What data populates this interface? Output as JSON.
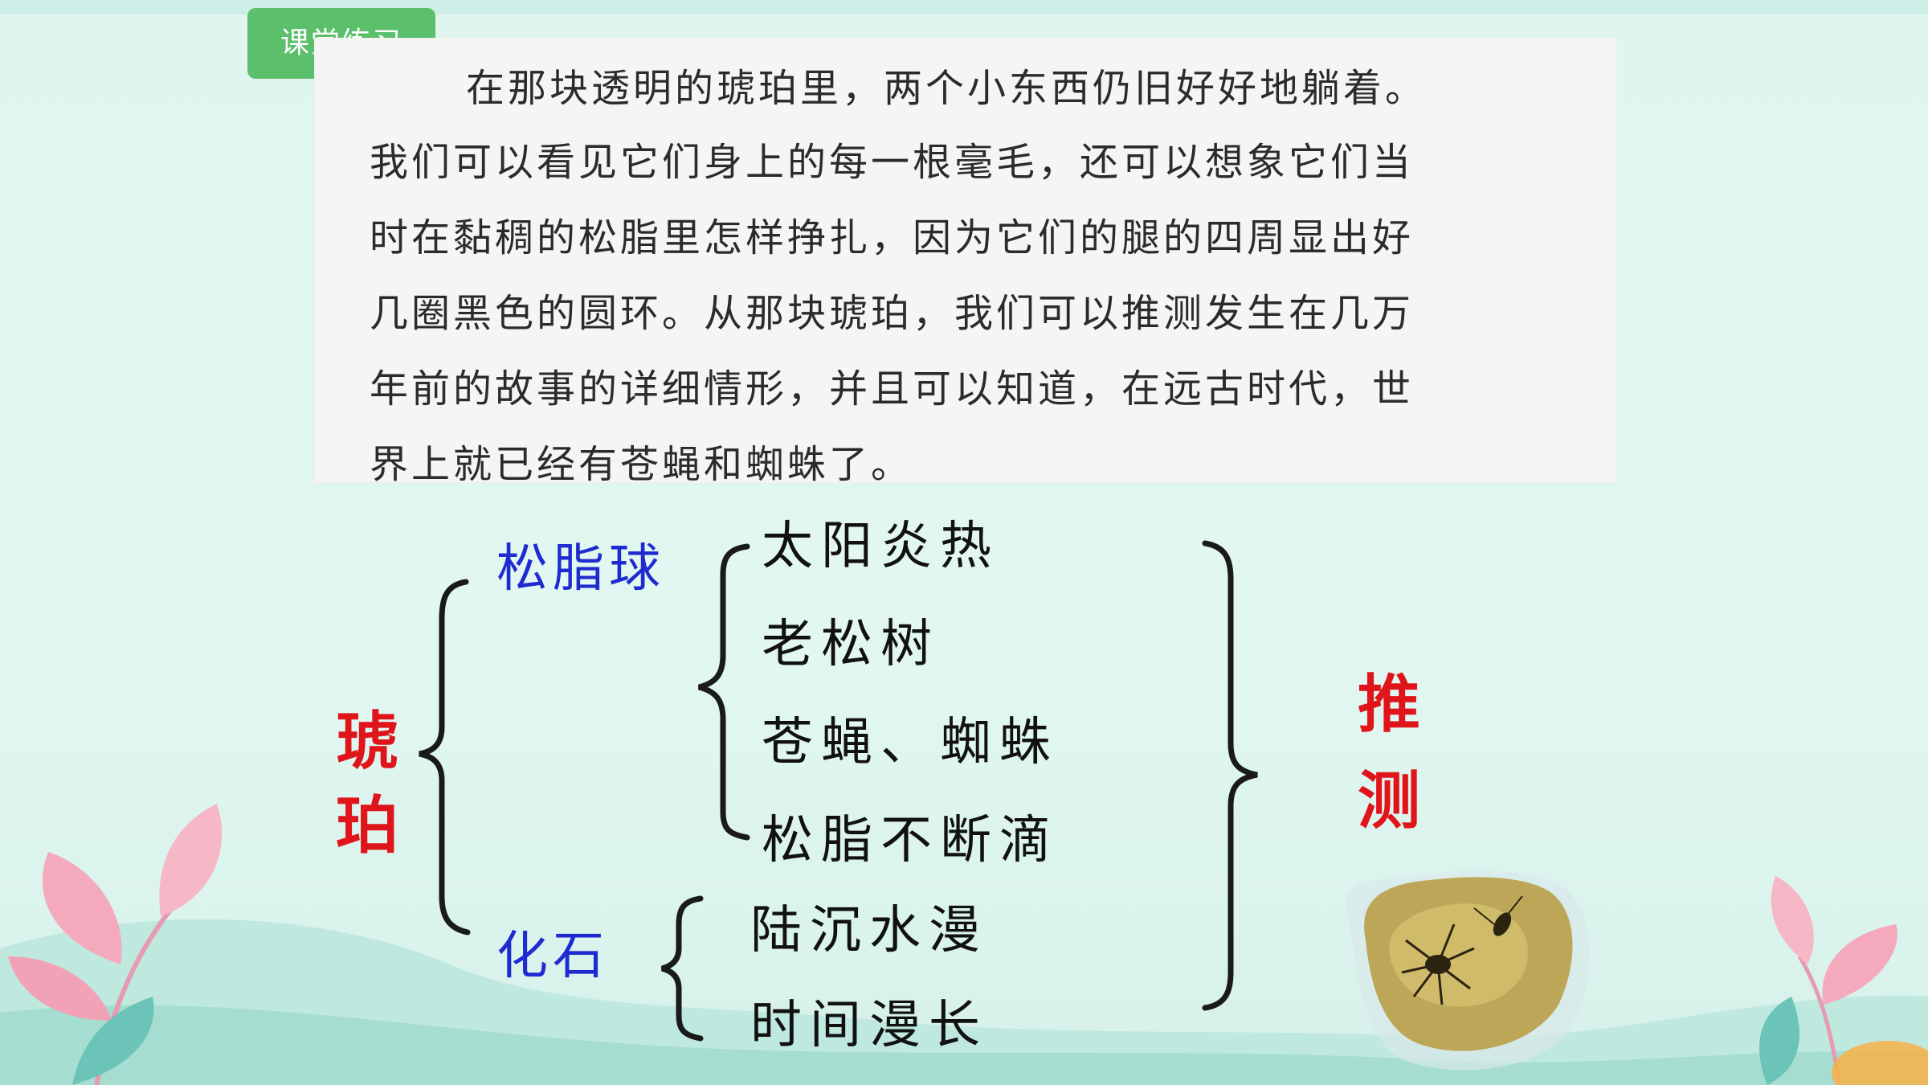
{
  "badge": {
    "label": "课堂练习"
  },
  "passage": {
    "lines": [
      "在那块透明的琥珀里，两个小东西仍旧好好地躺着。",
      "我们可以看见它们身上的每一根毫毛，还可以想象它们当",
      "时在黏稠的松脂里怎样挣扎，因为它们的腿的四周显出好",
      "几圈黑色的圆环。从那块琥珀，我们可以推测发生在几万",
      "年前的故事的详细情形，并且可以知道，在远古时代，世",
      "界上就已经有苍蝇和蜘蛛了。"
    ]
  },
  "diagram": {
    "root": {
      "chars": [
        "琥",
        "珀"
      ]
    },
    "branches": [
      {
        "label": "松脂球",
        "items": [
          "太阳炎热",
          "老松树",
          "苍蝇、蜘蛛",
          "松脂不断滴"
        ]
      },
      {
        "label": "化石",
        "items": [
          "陆沉水漫",
          "时间漫长"
        ]
      }
    ],
    "conclusion": {
      "chars": [
        "推",
        "测"
      ]
    }
  },
  "colors": {
    "badge": "#5cbf6c",
    "root_text": "#e0151b",
    "branch_text": "#1f2bd1",
    "item_text": "#111111",
    "background": "#e0f6ef"
  }
}
